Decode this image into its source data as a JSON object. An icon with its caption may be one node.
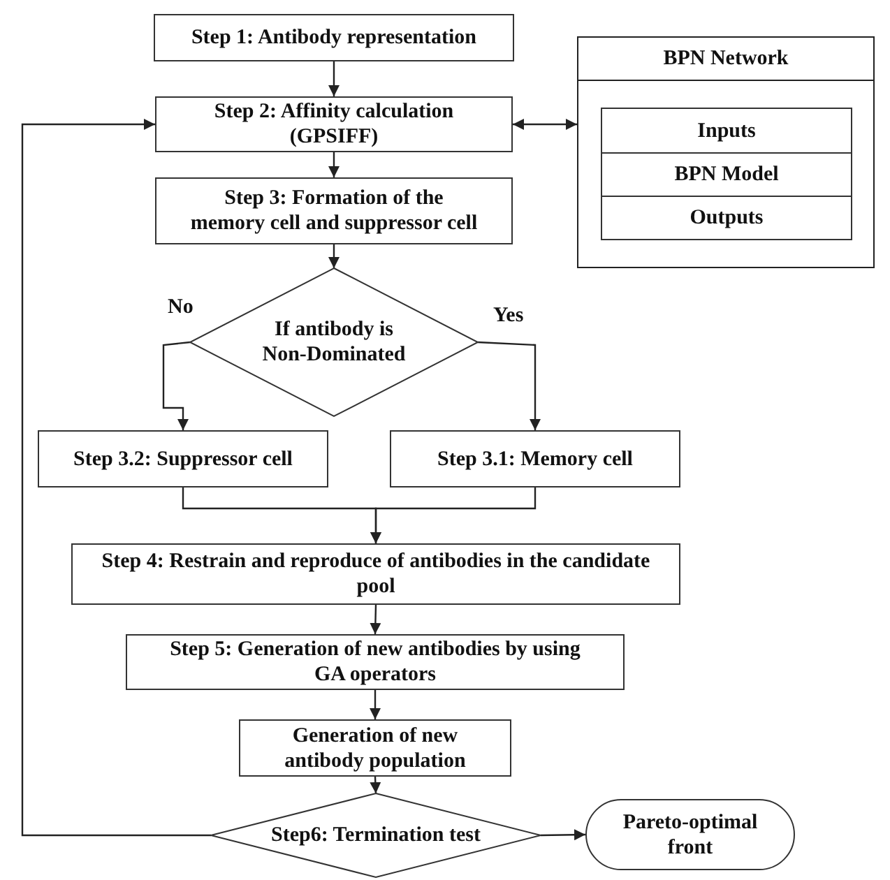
{
  "diagram": {
    "nodes": [
      {
        "text": [
          "Step 1: Antibody representation"
        ]
      },
      {
        "text": [
          "Step 2: Affinity calculation (GPSIFF)"
        ]
      },
      {
        "text": [
          "Step 3: Formation of the memory cell and suppressor cell"
        ]
      },
      {
        "text": [
          "BPN Network"
        ]
      },
      {
        "text": [
          "Inputs"
        ],
        "in": 3
      },
      {
        "text": [
          "BPN Model"
        ],
        "in": 3
      },
      {
        "text": [
          "Outputs"
        ],
        "in": 3
      },
      {
        "text": [
          "If antibody is Non-Dominated"
        ]
      },
      {
        "text": [
          "Step 3.2: Suppressor cell"
        ]
      },
      {
        "text": [
          "Step 3.1: Memory cell"
        ]
      },
      {
        "text": [
          "Step 4: Restrain and reproduce of antibodies in the candidate pool"
        ]
      },
      {
        "text": [
          "Step 5: Generation of new antibodies by using GA operators"
        ]
      },
      {
        "text": [
          "Generation of new antibody population"
        ]
      },
      {
        "text": [
          "Step6: Termination test"
        ]
      },
      {
        "text": [
          "Pareto-optimal front"
        ]
      }
    ],
    "edges": [
      {
        "from": 0,
        "to": 1,
        "arrow": "to"
      },
      {
        "from": 1,
        "to": 3,
        "arrow": "both"
      },
      {
        "from": 1,
        "to": 2,
        "arrow": "to"
      },
      {
        "from": 2,
        "to": 7,
        "arrow": "to"
      },
      {
        "from": 7,
        "to": 8,
        "arrow": "to",
        "label": "No"
      },
      {
        "from": 7,
        "to": 9,
        "arrow": "to",
        "label": "Yes"
      },
      {
        "from": 8,
        "to": 10,
        "arrow": "to"
      },
      {
        "from": 9,
        "to": 10,
        "arrow": "to"
      },
      {
        "from": 10,
        "to": 11,
        "arrow": "to"
      },
      {
        "from": 11,
        "to": 12,
        "arrow": "to"
      },
      {
        "from": 12,
        "to": 13,
        "arrow": "to"
      },
      {
        "from": 13,
        "to": 1,
        "arrow": "to"
      },
      {
        "from": 13,
        "to": 14,
        "arrow": "to"
      }
    ]
  }
}
